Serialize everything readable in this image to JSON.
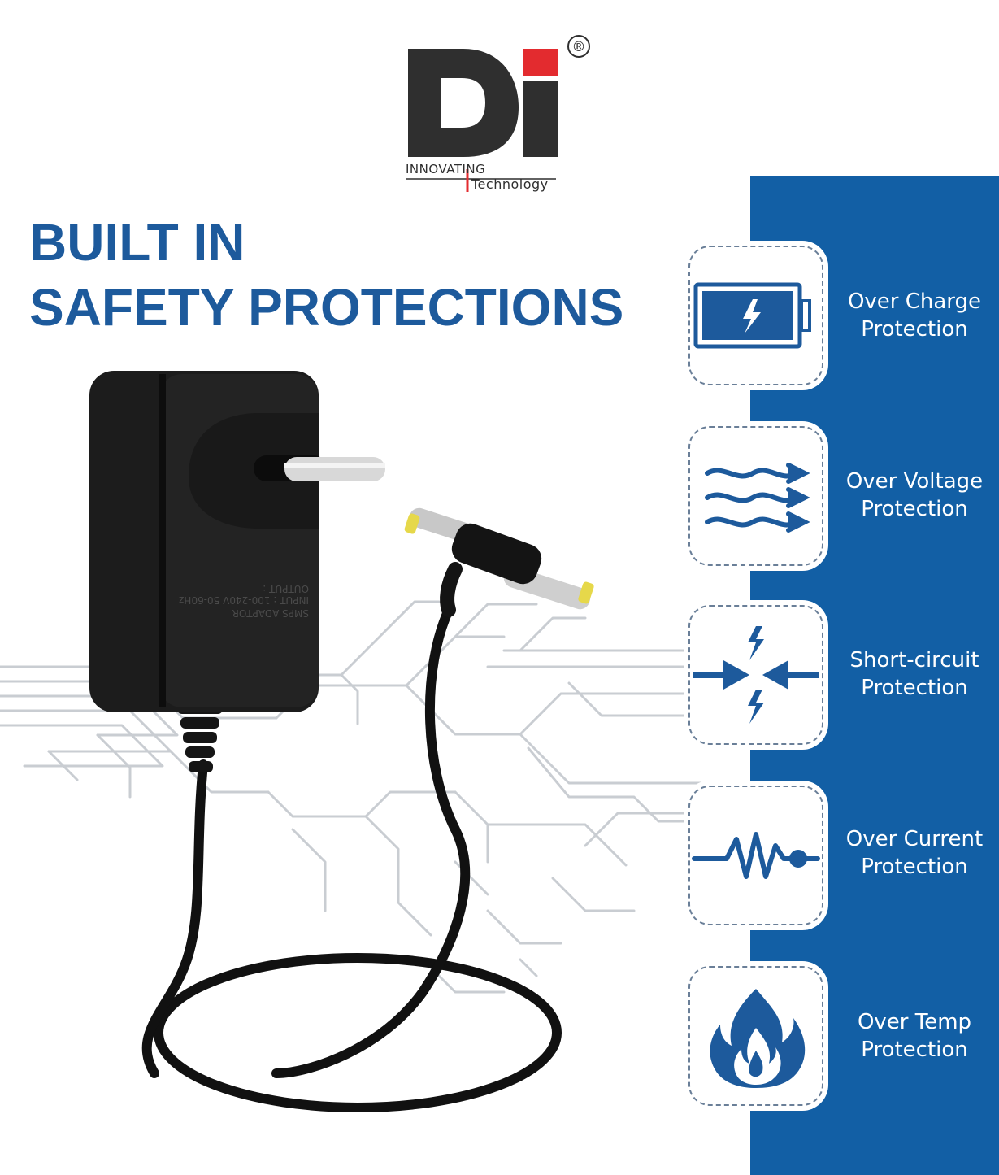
{
  "brand": {
    "logo_letters": "Di",
    "registered_mark": "®",
    "tagline_line1": "INNOVATING",
    "tagline_line2": "Technology"
  },
  "headline": {
    "line1": "BUILT IN",
    "line2": "SAFETY PROTECTIONS"
  },
  "adapter_label": {
    "line1": "SMPS ADAPTOR",
    "line2": "INPUT : 100-240V    50-60Hz",
    "line3": "OUTPUT :"
  },
  "features": [
    {
      "icon": "battery-charge-icon",
      "line1": "Over Charge",
      "line2": "Protection"
    },
    {
      "icon": "voltage-waves-icon",
      "line1": "Over Voltage",
      "line2": "Protection"
    },
    {
      "icon": "short-circuit-icon",
      "line1": "Short-circuit",
      "line2": "Protection"
    },
    {
      "icon": "current-pulse-icon",
      "line1": "Over Current",
      "line2": "Protection"
    },
    {
      "icon": "flame-icon",
      "line1": "Over Temp",
      "line2": "Protection"
    }
  ],
  "colors": {
    "brand_blue": "#1d5a9c",
    "panel_blue": "#125fa5",
    "logo_dark": "#2f2f2f",
    "logo_red": "#e32b2f",
    "adapter_black": "#1a1a1a",
    "circuit_gray": "#c9cdd2"
  }
}
